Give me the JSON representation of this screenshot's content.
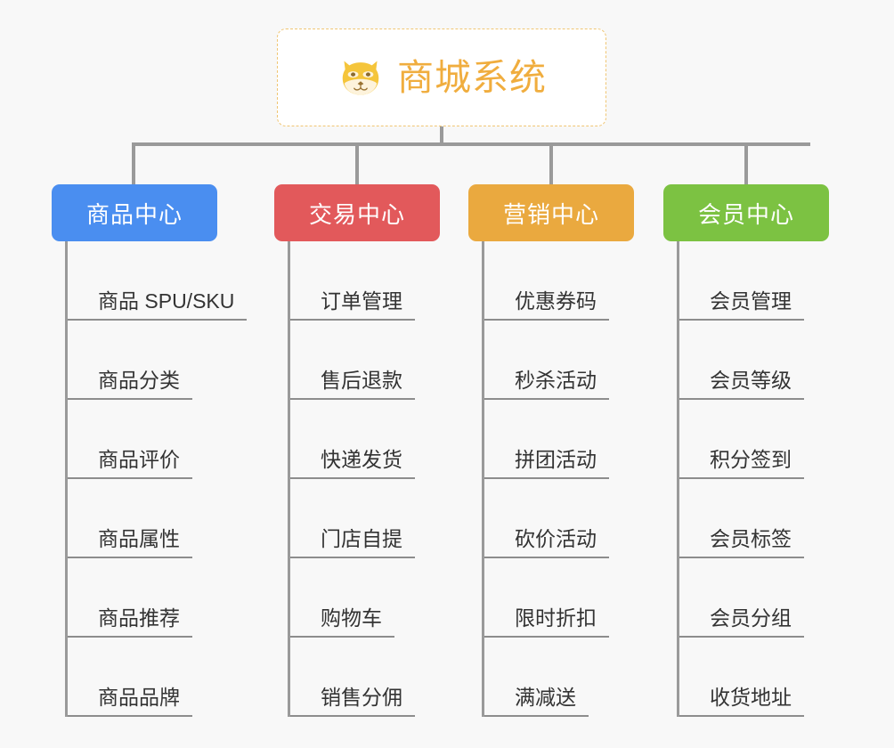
{
  "page": {
    "background_color": "#f8f8f8",
    "line_color": "#9a9a9a",
    "leaf_text_color": "#333333"
  },
  "root": {
    "title": "商城系统",
    "icon": "shiba-dog-face-emoji",
    "text_color": "#f0ad3e",
    "border_color": "#f0c674",
    "fill_color": "#ffffff"
  },
  "categories": [
    {
      "label": "商品中心",
      "color": "#4a8ef0",
      "items": [
        "商品 SPU/SKU",
        "商品分类",
        "商品评价",
        "商品属性",
        "商品推荐",
        "商品品牌"
      ]
    },
    {
      "label": "交易中心",
      "color": "#e2595b",
      "items": [
        "订单管理",
        "售后退款",
        "快递发货",
        "门店自提",
        "购物车",
        "销售分佣"
      ]
    },
    {
      "label": "营销中心",
      "color": "#eaa93f",
      "items": [
        "优惠券码",
        "秒杀活动",
        "拼团活动",
        "砍价活动",
        "限时折扣",
        "满减送"
      ]
    },
    {
      "label": "会员中心",
      "color": "#7cc242",
      "items": [
        "会员管理",
        "会员等级",
        "积分签到",
        "会员标签",
        "会员分组",
        "收货地址"
      ]
    }
  ]
}
